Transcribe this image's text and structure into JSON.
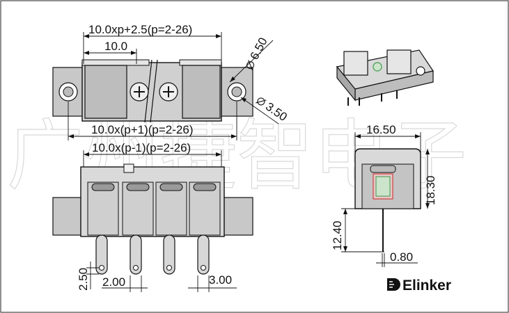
{
  "watermark": {
    "text": "广州捷智电子",
    "color": "#d9d9d9"
  },
  "dimensions": {
    "overall_length": "10.0xp+2.5(p=2-26)",
    "pitch_top": "10.0",
    "hole_large": "6.50",
    "hole_small": "3.50",
    "length_p_plus_1": "10.0x(p+1)(p=2-26)",
    "length_p_minus_1": "10.0x(p-1)(p=2-26)",
    "depth": "16.50",
    "height": "18.30",
    "pin_length": "12.40",
    "pin_thickness": "0.80",
    "pin_hole_offset": "2.50",
    "pin_width": "2.00",
    "pin_gap": "3.00"
  },
  "brand": {
    "name": "Elinker",
    "logo_icon": "elinker-logo-icon"
  },
  "colors": {
    "line": "#111111",
    "body_gray": "#c8c8c8",
    "dark_gray": "#8c8c8c",
    "accent_red": "#d04040",
    "accent_green": "#3c9a4a"
  }
}
